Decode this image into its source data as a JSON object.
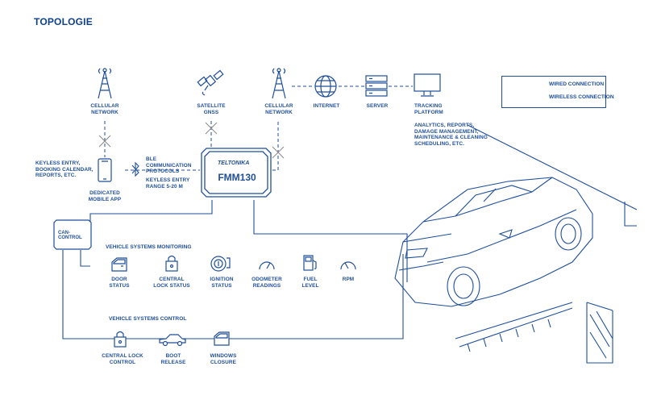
{
  "title": "TOPOLOGIE",
  "legend": {
    "wired": "WIRED CONNECTION",
    "wireless": "WIRELESS CONNECTION"
  },
  "top": {
    "cellular_left": [
      "CELLULAR",
      "NETWORK"
    ],
    "satellite": [
      "SATELLITE",
      "GNSS"
    ],
    "cellular_right": [
      "CELLULAR",
      "NETWORK"
    ],
    "internet": "INTERNET",
    "server": "SERVER",
    "tracking": [
      "TRACKING",
      "PLATFORM"
    ],
    "tracking_desc": [
      "ANALYTICS, REPORTS,",
      "DAMAGE MANAGEMENT,",
      "MAINTENANCE & CLEANING",
      "SCHEDULING, ETC."
    ]
  },
  "mobile": {
    "left_text": [
      "KEYLESS ENTRY,",
      "BOOKING CALENDAR,",
      "REPORTS, ETC."
    ],
    "app": [
      "DEDICATED",
      "MOBILE APP"
    ],
    "ble": [
      "BLE COMMUNICATION",
      "PROTOCOLS"
    ],
    "range": [
      "KEYLESS ENTRY",
      "RANGE 5-20 M"
    ]
  },
  "device": {
    "brand": "TELTONIKA",
    "model": "FMM130"
  },
  "can": "CAN-CONTROL",
  "monitoring": {
    "title": "VEHICLE SYSTEMS MONITORING",
    "items": [
      {
        "icon": "door-icon",
        "label": [
          "DOOR",
          "STATUS"
        ]
      },
      {
        "icon": "lock-icon",
        "label": [
          "CENTRAL",
          "LOCK STATUS"
        ]
      },
      {
        "icon": "ignition-icon",
        "label": [
          "IGNITION",
          "STATUS"
        ]
      },
      {
        "icon": "odometer-icon",
        "label": [
          "ODOMETER",
          "READINGS"
        ]
      },
      {
        "icon": "fuel-icon",
        "label": [
          "FUEL",
          "LEVEL"
        ]
      },
      {
        "icon": "rpm-icon",
        "label": [
          "RPM"
        ]
      }
    ]
  },
  "control": {
    "title": "VEHICLE SYSTEMS CONTROL",
    "items": [
      {
        "icon": "lock-icon",
        "label": [
          "CENTRAL LOCK",
          "CONTROL"
        ]
      },
      {
        "icon": "car-boot-icon",
        "label": [
          "BOOT",
          "RELEASE"
        ]
      },
      {
        "icon": "window-icon",
        "label": [
          "WINDOWS",
          "CLOSURE"
        ]
      }
    ]
  },
  "colors": {
    "primary": "#1f4f9a",
    "title": "#0d3f8a",
    "x_mark": "#8a8a8a",
    "background": "#ffffff"
  }
}
